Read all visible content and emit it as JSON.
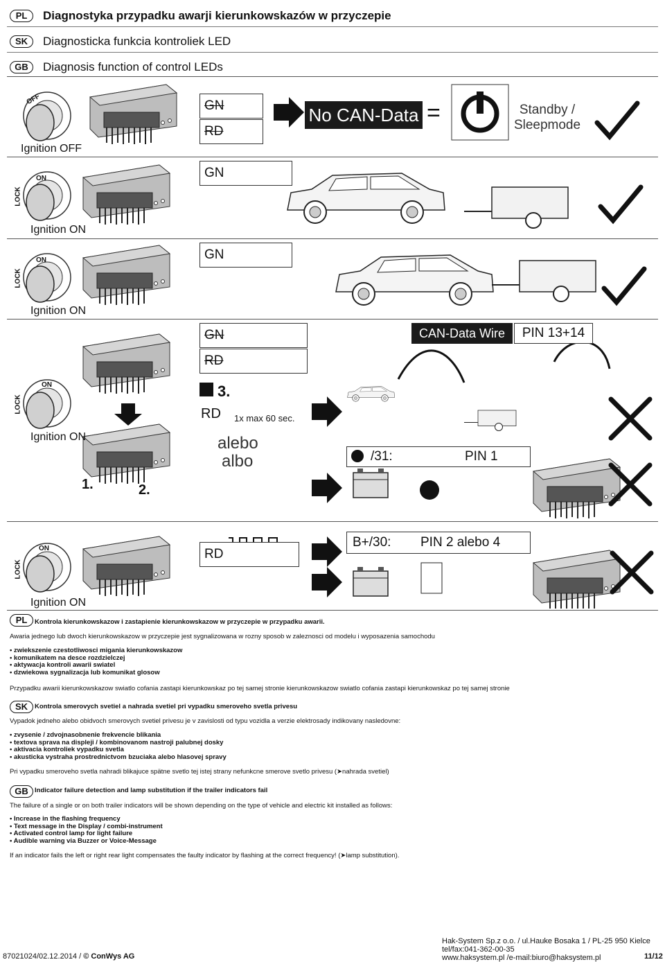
{
  "header": {
    "langs": [
      "PL",
      "SK",
      "GB"
    ],
    "titles": [
      "Diagnostyka przypadku awarji kierunkowskazów w przyczepie",
      "Diagnosticka funkcia kontroliek LED",
      "Diagnosis function of control LEDs"
    ]
  },
  "rows": {
    "r1": {
      "ignition": "Ignition OFF",
      "key": "OFF",
      "gn": "GN",
      "rd": "RD",
      "result": "No CAN-Data",
      "eq": "=",
      "standby": "Standby /",
      "sleep": "Sleepmode"
    },
    "r2": {
      "ignition": "Ignition ON",
      "key_on": "ON",
      "key_lock": "LOCK",
      "gn": "GN"
    },
    "r3": {
      "ignition": "Ignition ON",
      "key_on": "ON",
      "key_lock": "LOCK",
      "gn": "GN"
    },
    "r4": {
      "ignition": "Ignition ON",
      "key_on": "ON",
      "key_lock": "LOCK",
      "gn": "GN",
      "rd": "RD",
      "can_label": "CAN-Data Wire",
      "pin_label": "PIN 13+14",
      "step3": "3.",
      "rd2": "RD",
      "rd_note": "1x max 60 sec.",
      "alebo": "alebo",
      "albo": "albo",
      "ground": "/31:",
      "pin1": "PIN 1",
      "step1": "1.",
      "step2": "2."
    },
    "r5": {
      "ignition": "Ignition ON",
      "key_on": "ON",
      "key_lock": "LOCK",
      "rd": "RD",
      "bplus": "B+/30:",
      "pin24": "PIN 2  alebo  4"
    }
  },
  "pl": {
    "tag": "PL",
    "title": "Kontrola kierunkowskazow i zastapienie kierunkowskazow w przyczepie w przypadku awarii.",
    "intro": "Awaria jednego lub dwoch kierunkowskazow w przyczepie jest sygnalizowana w rozny sposob w zaleznosci od modelu i wyposazenia samochodu",
    "bullets": [
      "zwiekszenie czestotliwosci migania kierunkowskazow",
      "komunikatem na desce rozdzielczej",
      "aktywacja kontroli awarii swiatel",
      "dzwiekowa sygnalizacja lub komunikat glosow"
    ],
    "outro": "Przypadku awarii kierunkowskazow swiatlo cofania zastapi kierunkowskaz po tej samej stronie kierunkowskazow swiatlo cofania zastapi kierunkowskaz po tej samej stronie"
  },
  "sk": {
    "tag": "SK",
    "title": "Kontrola smerovych svetiel a nahrada svetiel pri vypadku smeroveho svetla privesu",
    "intro": "Vypadok jedneho alebo obidvoch smerovych svetiel privesu je v zavislosti od typu vozidla a verzie elektrosady indikovany nasledovne:",
    "bullets": [
      "zvysenie / zdvojnasobnenie frekvencie blikania",
      "textova sprava na displeji / kombinovanom nastroji palubnej dosky",
      "aktivacia kontroliek vypadku svetla",
      "akusticka vystraha prostrednictvom bzuciaka alebo hlasovej spravy"
    ],
    "outro_a": "Pri vypadku smeroveho svetla nahradi blikajuce spätne svetlo tej istej strany nefunkcne smerove svetlo privesu (",
    "outro_b": "nahrada svetiel)"
  },
  "gb": {
    "tag": "GB",
    "title": "Indicator failure detection and lamp substitution if the trailer indicators fail",
    "intro": "The failure of a single or on both trailer indicators will be shown depending on the type of vehicle and electric kit installed as follows:",
    "bullets": [
      "Increase in the flashing frequency",
      "Text message in the Display / combi-instrument",
      "Activated control lamp for light failure",
      "Audible warning via Buzzer or Voice-Message"
    ],
    "outro_a": "If an indicator fails the left or right rear light compensates the faulty indicator by flashing at the correct frequency! (",
    "outro_b": "lamp substitution)."
  },
  "footer": {
    "doc": "87021024/02.12.2014 /",
    "copyright": "© ConWys AG",
    "company": "Hak-System Sp.z o.o. / ul.Hauke Bosaka 1 / PL-25 950 Kielce",
    "tel": "tel/fax:041-362-00-35",
    "web": "www.haksystem.pl /e-mail:biuro@haksystem.pl",
    "page": "11/12"
  }
}
